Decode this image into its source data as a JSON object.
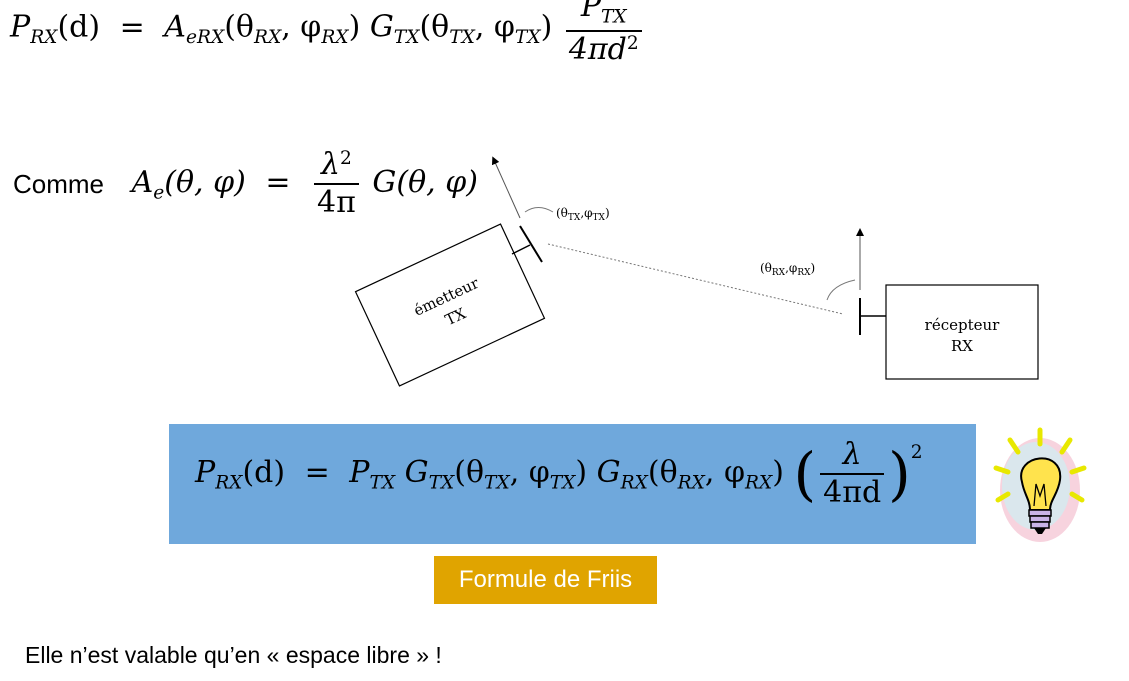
{
  "equations": {
    "top": {
      "lhs": "P",
      "lhs_sub": "RX",
      "lhs_arg": "(d)",
      "eq": "=",
      "ae": "A",
      "ae_sub": "eRX",
      "ae_args": "(θ",
      "ae_s1": "RX",
      "ae_mid": ", φ",
      "ae_s2": "RX",
      "ae_end": ")",
      "g": "G",
      "g_sub": "TX",
      "g_args": "(θ",
      "g_s1": "TX",
      "g_mid": ", φ",
      "g_s2": "TX",
      "g_end": ")",
      "num": "P",
      "num_sub": "TX",
      "den": "4πd",
      "den_sup": "2"
    },
    "comme": {
      "word": "Comme",
      "lhs": "A",
      "lhs_sub": "e",
      "lhs_args": "(θ, φ)",
      "eq": "=",
      "num": "λ",
      "num_sup": "2",
      "den": "4π",
      "rhs": "G(θ, φ)"
    },
    "friis": {
      "lhs": "P",
      "lhs_sub": "RX",
      "lhs_arg": "(d)",
      "eq": "=",
      "p": "P",
      "p_sub": "TX",
      "gt": "G",
      "gt_sub": "TX",
      "gt_args": "(θ",
      "gt_s1": "TX",
      "gt_mid": ", φ",
      "gt_s2": "TX",
      "gt_end": ")",
      "gr": "G",
      "gr_sub": "RX",
      "gr_args": "(θ",
      "gr_s1": "RX",
      "gr_mid": ", φ",
      "gr_s2": "RX",
      "gr_end": ")",
      "num": "λ",
      "den": "4πd",
      "exp": "2"
    }
  },
  "diagram": {
    "tx_label_1": "émetteur",
    "tx_label_2": "TX",
    "rx_label_1": "récepteur",
    "rx_label_2": "RX",
    "tx_angle": "(θ",
    "tx_angle_s1": "TX",
    "tx_angle_mid": ",φ",
    "tx_angle_s2": "TX",
    "tx_angle_end": ")",
    "rx_angle": "(θ",
    "rx_angle_s1": "RX",
    "rx_angle_mid": ",φ",
    "rx_angle_s2": "RX",
    "rx_angle_end": ")"
  },
  "labels": {
    "friis": "Formule de Friis",
    "footer": "Elle n’est valable qu’en « espace libre » !"
  },
  "colors": {
    "friis_box": "#6fa8dc",
    "friis_label": "#e0a400"
  },
  "icons": [
    "lightbulb-icon"
  ]
}
